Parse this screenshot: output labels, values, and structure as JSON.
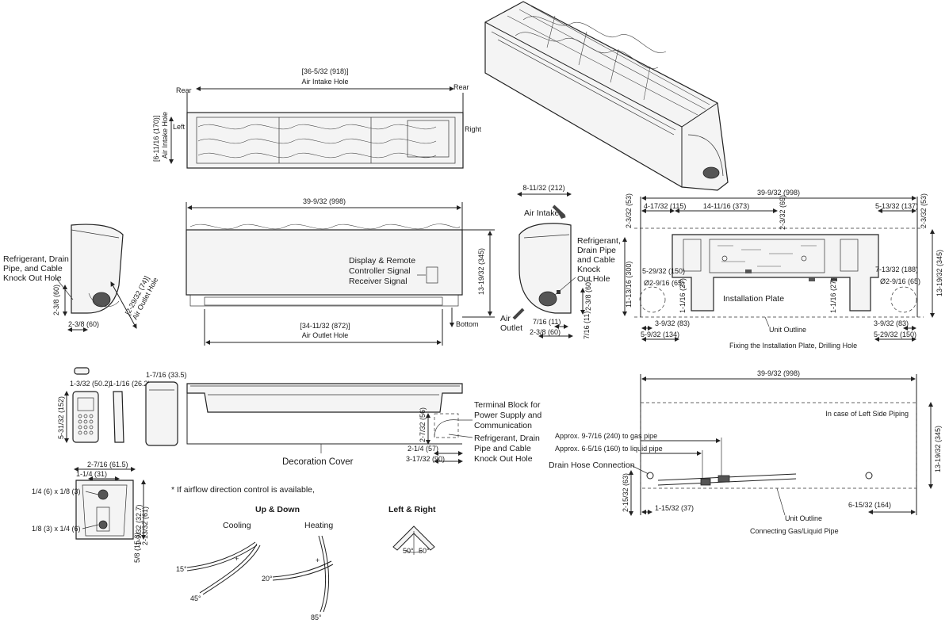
{
  "top_view": {
    "rear_left": "Rear",
    "rear_right": "Rear",
    "left": "Left",
    "right": "Right",
    "width_dim": "[36-5/32 (918)]",
    "width_caption": "Air Intake Hole",
    "depth_dim": "[6-11/16 (170)]",
    "depth_caption": "Air Intake Hole"
  },
  "front_view": {
    "width_dim": "39-9/32 (998)",
    "height_dim": "13-19/32 (345)",
    "display_label": [
      "Display & Remote",
      "Controller Signal",
      "Receiver Signal"
    ],
    "outlet_dim": "[34-11/32 (872)]",
    "outlet_caption": "Air Outlet Hole",
    "bottom_label": "Bottom"
  },
  "left_side": {
    "knockout_label": [
      "Refrigerant, Drain",
      "Pipe, and Cable",
      "Knock Out Hole"
    ],
    "dim_height": "2-3/8 (60)",
    "dim_width": "2-3/8 (60)",
    "outlet_dim": "[2-29/32 (74)]",
    "outlet_caption": "Air Outlet Hole"
  },
  "right_side": {
    "depth_dim": "8-11/32 (212)",
    "air_intake": "Air Intake",
    "air_outlet": [
      "Air",
      "Outlet"
    ],
    "knockout_label": [
      "Refrigerant,",
      "Drain Pipe",
      "and Cable",
      "Knock",
      "Out Hole"
    ],
    "dim_a": "7/16 (11)",
    "dim_b": "2-3/8 (60)",
    "dim_c": "7/16 (11)",
    "dim_d": "2-3/8 (60)"
  },
  "installation_plate": {
    "overall_width": "39-9/32 (998)",
    "d_left_top": "4-17/32 (115)",
    "d_center": "14-11/16 (373)",
    "d_small": "2-3/32 (69)",
    "d_right_top": "5-13/32 (137)",
    "d_top_left_v": "2-3/32 (53)",
    "d_top_right_v": "2-3/32 (53)",
    "d_height_left": "11-13/16 (300)",
    "d_height_right": "13-19/32 (345)",
    "d_left_hole_h": "5-29/32 (150)",
    "d_left_hole_dia": "Ø2-9/16 (65)",
    "d_right_hole_h": "7-13/32 (188)",
    "d_right_hole_dia": "Ø2-9/16 (65)",
    "d_inner_left": "1-1/16 (27)",
    "d_inner_right": "1-1/16 (27)",
    "d_bottom_left_a": "3-9/32 (83)",
    "d_bottom_left_b": "5-9/32 (134)",
    "d_bottom_right_a": "3-9/32 (83)",
    "d_bottom_right_b": "5-29/32 (150)",
    "plate_label": "Installation Plate",
    "unit_outline": "Unit Outline",
    "caption": "Fixing the Installation Plate, Drilling Hole"
  },
  "remote": {
    "dim_w": "1-3/32 (50.2)",
    "dim_side": "1-1/16 (26.2)",
    "dim_holder": "1-7/16 (33.5)",
    "dim_h": "5-31/32 (152)"
  },
  "holder": {
    "dim_w": "2-7/16 (61.5)",
    "dim_w2": "1-1/4 (31)",
    "screw_top": "1/4 (6) x 1/8 (3)",
    "screw_bottom": "1/8 (3) x 1/4 (6)",
    "d1": "5/8 (15.3)",
    "d2": "1-9/32 (32.7)",
    "d3": "2-13/32 (61)"
  },
  "decoration": {
    "terminal_label": [
      "Terminal Block for",
      "Power Supply and",
      "Communication"
    ],
    "knockout_label": [
      "Refrigerant, Drain",
      "Pipe and Cable",
      "Knock Out Hole"
    ],
    "cover_label": "Decoration Cover",
    "dim_v": "2-7/32 (56)",
    "dim_a": "2-1/4 (57)",
    "dim_b": "3-17/32 (90)"
  },
  "airflow": {
    "note": "* If airflow direction control is available,",
    "up_down": "Up & Down",
    "left_right": "Left & Right",
    "cooling": "Cooling",
    "heating": "Heating",
    "cool_15": "15°",
    "cool_45": "45°",
    "heat_20": "20°",
    "heat_85": "85°",
    "lr_50a": "50°",
    "lr_50b": "50°"
  },
  "piping": {
    "overall_width": "39-9/32 (998)",
    "left_side": "In case of Left Side Piping",
    "gas": "Approx. 9-7/16 (240) to gas pipe",
    "liquid": "Approx. 6-5/16 (160) to liquid pipe",
    "drain": "Drain Hose Connection",
    "height": "13-19/32 (345)",
    "d_v_left": "2-15/32 (63)",
    "d_left": "1-15/32 (37)",
    "d_right": "6-15/32 (164)",
    "unit_outline": "Unit Outline",
    "caption": "Connecting Gas/Liquid Pipe"
  }
}
